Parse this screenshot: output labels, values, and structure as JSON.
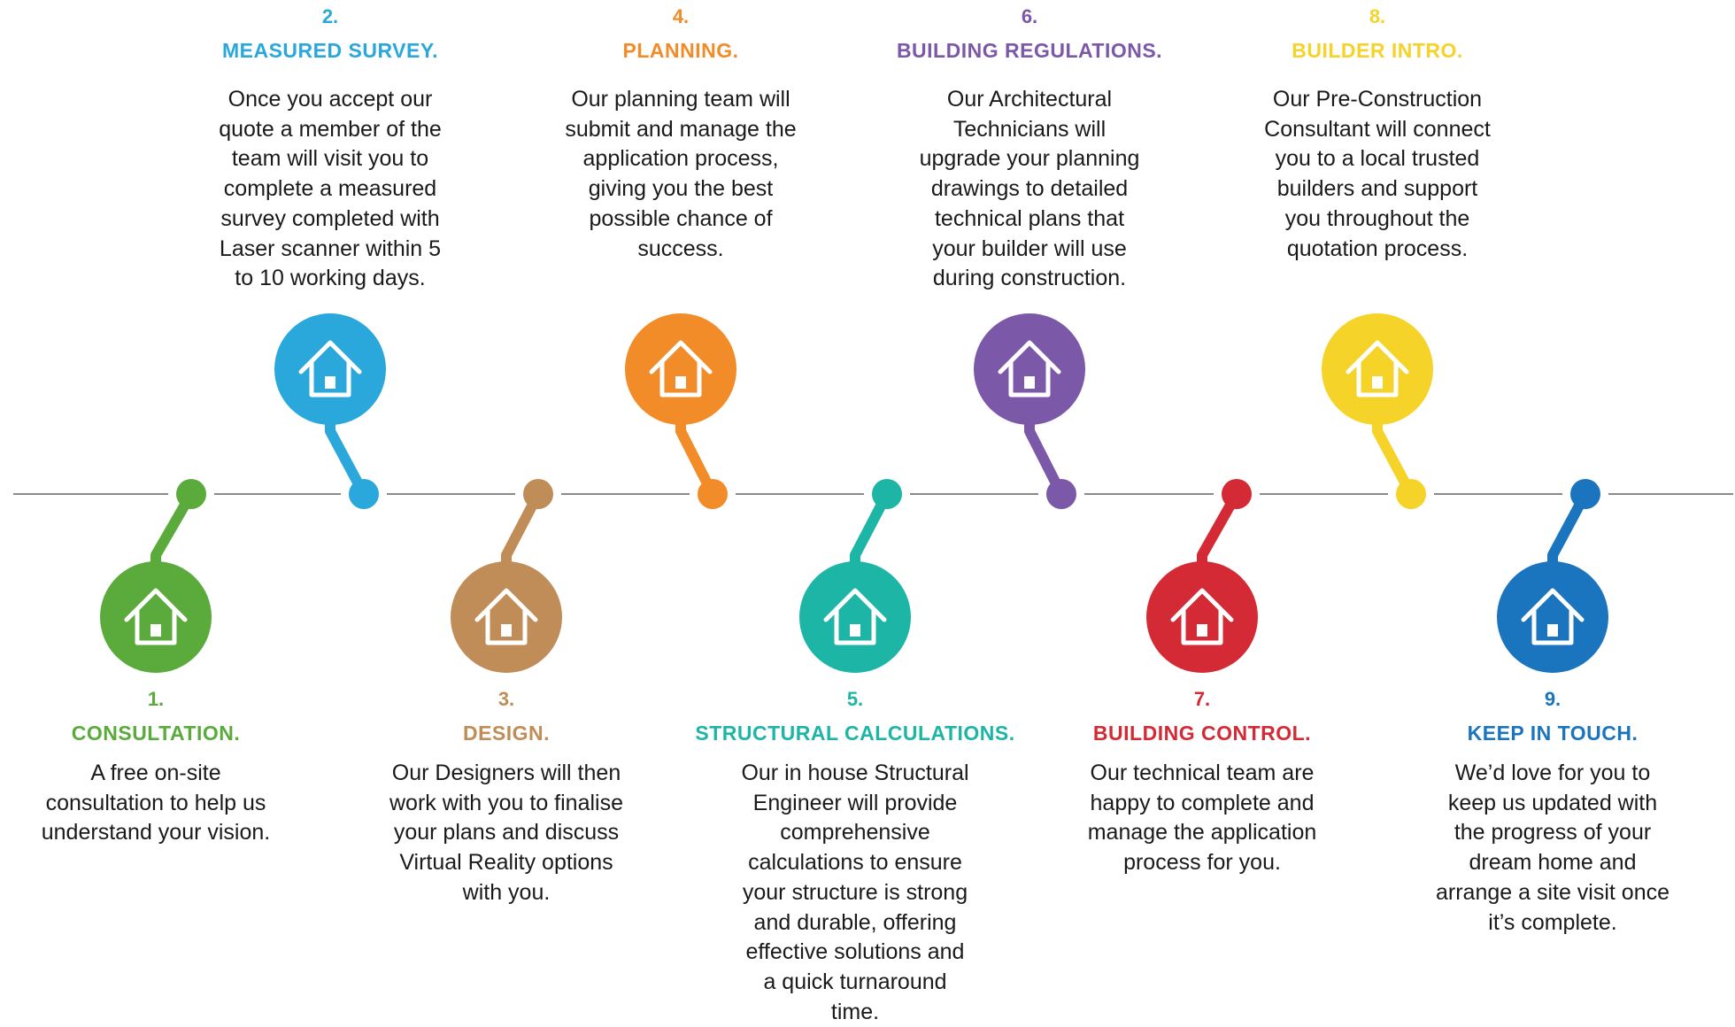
{
  "steps": [
    {
      "number": "1.",
      "title": "CONSULTATION.",
      "color": "#5aab3c",
      "position": "below",
      "icon": "house-icon",
      "lines": [
        "A free on-site",
        "consultation to help us",
        "understand your vision."
      ]
    },
    {
      "number": "2.",
      "title": "MEASURED SURVEY.",
      "color": "#2aa8dc",
      "position": "above",
      "icon": "house-icon",
      "lines": [
        "Once you accept our",
        "quote a member of the",
        "team will visit you to",
        "complete a measured",
        "survey completed with",
        "Laser scanner within 5",
        "to 10 working days."
      ]
    },
    {
      "number": "3.",
      "title": "DESIGN.",
      "color": "#c08c58",
      "position": "below",
      "icon": "house-icon",
      "lines": [
        "Our Designers will then",
        "work with you to finalise",
        "your plans and discuss",
        "Virtual Reality options",
        "with you."
      ]
    },
    {
      "number": "4.",
      "title": "PLANNING.",
      "color": "#f28c28",
      "position": "above",
      "icon": "house-icon",
      "lines": [
        "Our planning team will",
        "submit and manage the",
        "application process,",
        "giving you the best",
        "possible chance of",
        "success."
      ]
    },
    {
      "number": "5.",
      "title": "STRUCTURAL CALCULATIONS.",
      "color": "#1db5a5",
      "position": "below",
      "icon": "house-icon",
      "lines": [
        "Our in house Structural",
        "Engineer will provide",
        "comprehensive",
        "calculations to ensure",
        "your structure is strong",
        "and durable, offering",
        "effective solutions and",
        "a quick turnaround",
        "time."
      ]
    },
    {
      "number": "6.",
      "title": "BUILDING REGULATIONS.",
      "color": "#7c58a8",
      "position": "above",
      "icon": "house-icon",
      "lines": [
        "Our Architectural",
        "Technicians will",
        "upgrade your planning",
        "drawings to detailed",
        "technical plans that",
        "your builder will use",
        "during construction."
      ]
    },
    {
      "number": "7.",
      "title": "BUILDING CONTROL.",
      "color": "#d42a36",
      "position": "below",
      "icon": "house-icon",
      "lines": [
        "Our technical team are",
        "happy to complete and",
        "manage the application",
        "process for you."
      ]
    },
    {
      "number": "8.",
      "title": "BUILDER INTRO.",
      "color": "#f5d328",
      "position": "above",
      "icon": "house-icon",
      "lines": [
        "Our Pre-Construction",
        "Consultant will connect",
        "you to a local trusted",
        "builders and support",
        "you throughout the",
        "quotation process."
      ]
    },
    {
      "number": "9.",
      "title": "KEEP IN TOUCH.",
      "color": "#1a74be",
      "position": "below",
      "icon": "house-icon",
      "lines": [
        "We’d love for you to",
        "keep us updated with",
        "the progress of your",
        "dream home and",
        "arrange a site visit once",
        "it’s complete."
      ]
    }
  ]
}
